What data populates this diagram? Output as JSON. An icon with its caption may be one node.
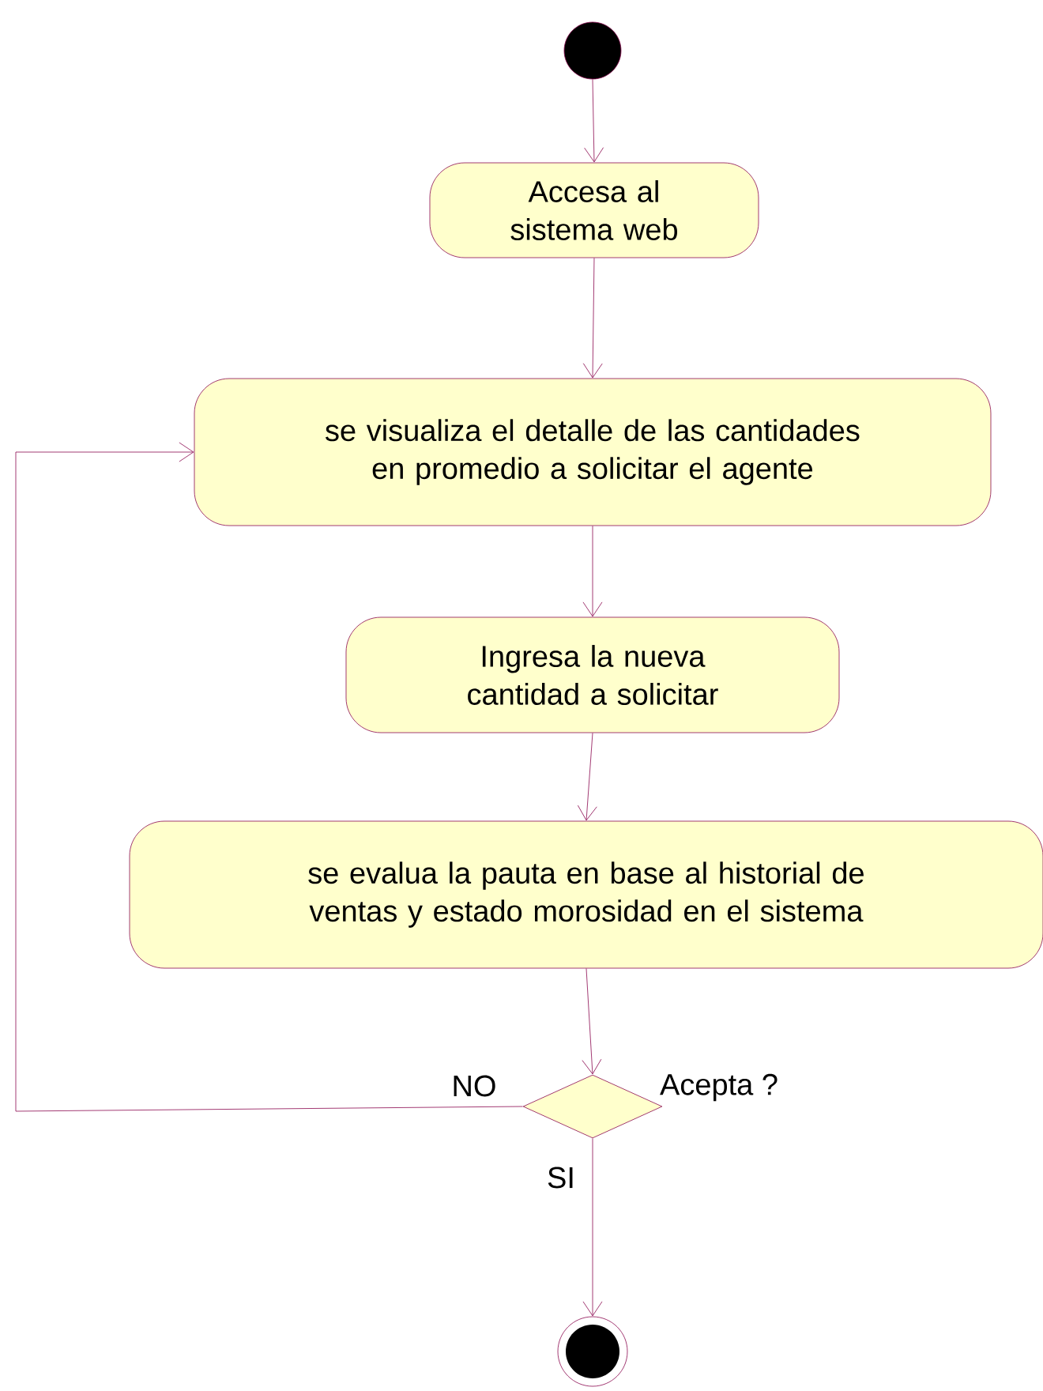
{
  "diagram": {
    "nodes": [
      {
        "text": [],
        "shape": "circle"
      },
      {
        "text": [
          "Accesa al sistema web"
        ]
      },
      {
        "text": [
          "se visualiza el detalle de las cantidades en promedio a solicitar el agente"
        ]
      },
      {
        "text": [
          "Ingresa la nueva cantidad a solicitar"
        ]
      },
      {
        "text": [
          "se evalua la pauta en base al historial de ventas y estado morosidad en el sistema"
        ]
      },
      {
        "text": [],
        "shape": "diamond",
        "beside": [
          "Acepta ?"
        ]
      },
      {
        "text": [],
        "shape": "bullseye"
      }
    ],
    "edges": [
      {
        "from": 0,
        "to": 1,
        "arrow": "to"
      },
      {
        "from": 1,
        "to": 2,
        "arrow": "to"
      },
      {
        "from": 2,
        "to": 3,
        "arrow": "to"
      },
      {
        "from": 3,
        "to": 4,
        "arrow": "to"
      },
      {
        "from": 4,
        "to": 5,
        "arrow": "to"
      },
      {
        "from": 5,
        "to": 2,
        "arrow": "to",
        "label": "NO"
      },
      {
        "from": 5,
        "to": 6,
        "arrow": "to",
        "label": "SI"
      }
    ]
  }
}
